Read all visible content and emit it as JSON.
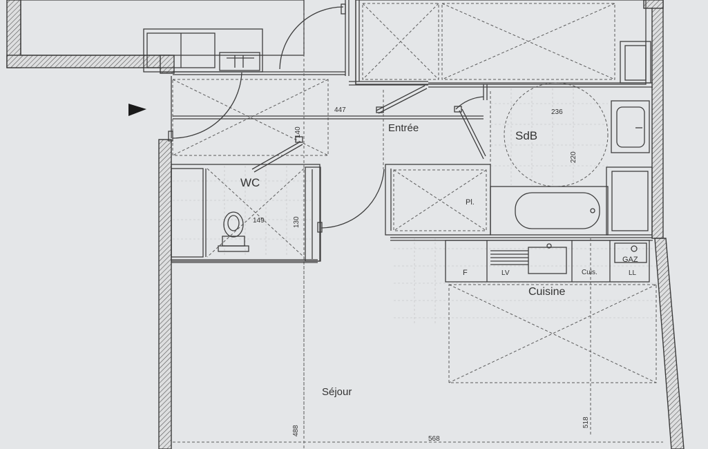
{
  "rooms": {
    "entree": "Entrée",
    "sdb": "SdB",
    "wc": "WC",
    "cuisine": "Cuisine",
    "sejour": "Séjour"
  },
  "fixtures": {
    "placard": "Pl.",
    "fridge": "F",
    "dishwasher": "LV",
    "cooktop": "Cuis.",
    "gas": "GAZ",
    "washer": "LL"
  },
  "dimensions": {
    "entree_width": "447",
    "entree_depth": "140",
    "sdb_width": "236",
    "sdb_depth": "220",
    "wc_width": "149",
    "wc_depth": "130",
    "sejour_depth": "488",
    "sejour_width": "568",
    "cuisine_depth": "518"
  },
  "entrance_arrow": "entrance-arrow-icon"
}
